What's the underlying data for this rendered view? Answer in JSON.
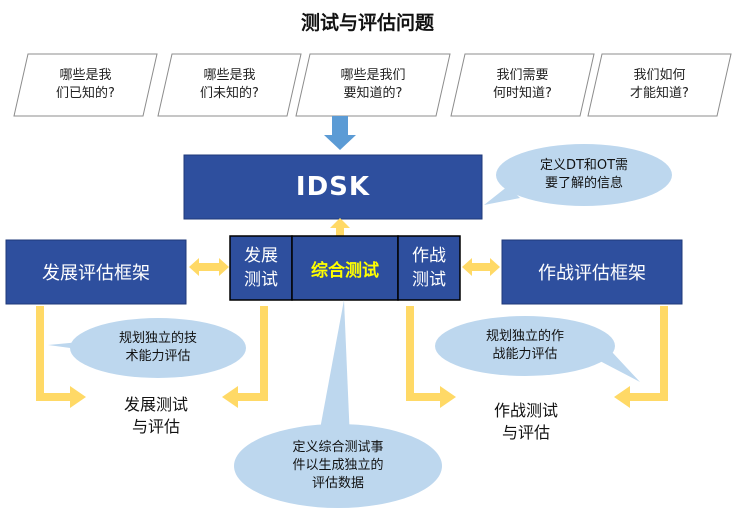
{
  "title": "测试与评估问题",
  "questions": [
    {
      "line1": "哪些是我",
      "line2": "们已知的?"
    },
    {
      "line1": "哪些是我",
      "line2": "们未知的?"
    },
    {
      "line1": "哪些是我们",
      "line2": "要知道的?"
    },
    {
      "line1": "我们需要",
      "line2": "何时知道?"
    },
    {
      "line1": "我们如何",
      "line2": "才能知道?"
    }
  ],
  "idsk": {
    "label": "IDSK"
  },
  "idsk_bubble": {
    "line1": "定义DT和OT需",
    "line2": "要了解的信息"
  },
  "center_row": {
    "dev_framework": "发展评估框架",
    "dev_test": {
      "line1": "发展",
      "line2": "测试"
    },
    "integrated_test": "综合测试",
    "op_test": {
      "line1": "作战",
      "line2": "测试"
    },
    "op_framework": "作战评估框架"
  },
  "left_bubble": {
    "line1": "规划独立的技",
    "line2": "术能力评估"
  },
  "right_bubble": {
    "line1": "规划独立的作",
    "line2": "战能力评估"
  },
  "left_result": {
    "line1": "发展测试",
    "line2": "与评估"
  },
  "right_result": {
    "line1": "作战测试",
    "line2": "与评估"
  },
  "bottom_bubble": {
    "line1": "定义综合测试事",
    "line2": "件以生成独立的",
    "line3": "评估数据"
  },
  "colors": {
    "box_blue": "#2E4F9E",
    "arrow_yellow": "#FFD966",
    "bubble_blue": "#BDD7EE",
    "highlight_yellow": "#FFFF00",
    "down_arrow": "#5B9BD5"
  }
}
